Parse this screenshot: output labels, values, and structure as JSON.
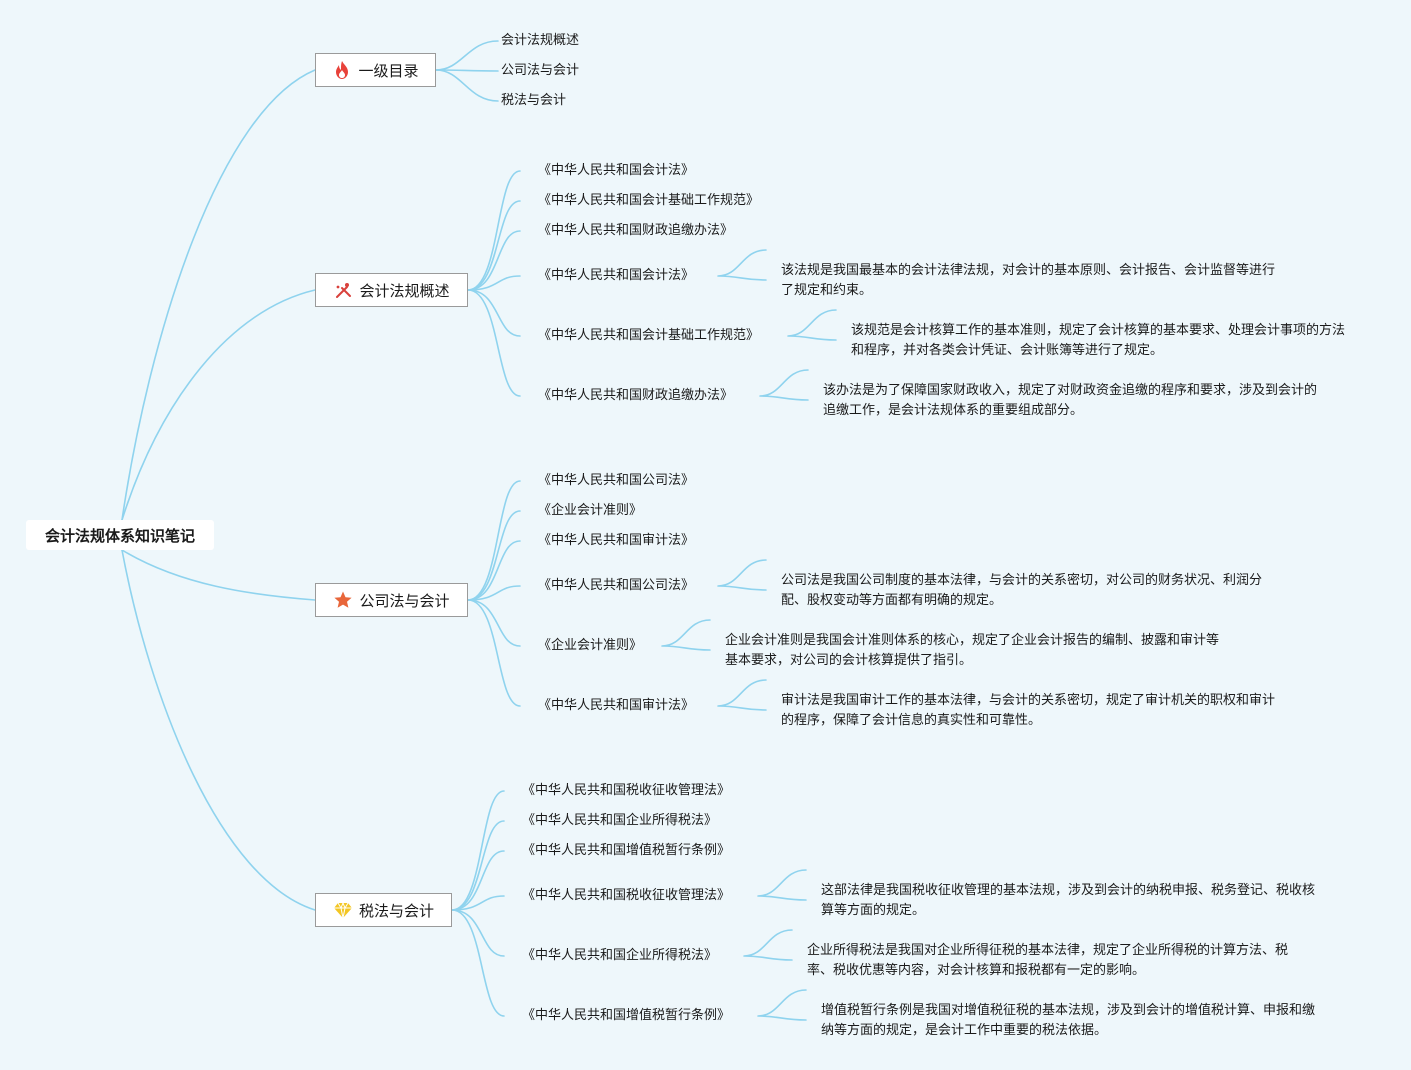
{
  "root": {
    "label": "会计法规体系知识笔记"
  },
  "branches": [
    {
      "label": "一级目录",
      "icon": "fire-icon",
      "leaves": [
        "会计法规概述",
        "公司法与会计",
        "税法与会计"
      ],
      "details": []
    },
    {
      "label": "会计法规概述",
      "icon": "tools-icon",
      "leaves": [
        "《中华人民共和国会计法》",
        "《中华人民共和国会计基础工作规范》",
        "《中华人民共和国财政追缴办法》"
      ],
      "details": [
        {
          "title": "《中华人民共和国会计法》",
          "note": "该法规是我国最基本的会计法律法规，对会计的基本原则、会计报告、会计监督等进行了规定和约束。"
        },
        {
          "title": "《中华人民共和国会计基础工作规范》",
          "note": "该规范是会计核算工作的基本准则，规定了会计核算的基本要求、处理会计事项的方法和程序，并对各类会计凭证、会计账簿等进行了规定。"
        },
        {
          "title": "《中华人民共和国财政追缴办法》",
          "note": "该办法是为了保障国家财政收入，规定了对财政资金追缴的程序和要求，涉及到会计的追缴工作，是会计法规体系的重要组成部分。"
        }
      ]
    },
    {
      "label": "公司法与会计",
      "icon": "star-icon",
      "leaves": [
        "《中华人民共和国公司法》",
        "《企业会计准则》",
        "《中华人民共和国审计法》"
      ],
      "details": [
        {
          "title": "《中华人民共和国公司法》",
          "note": "公司法是我国公司制度的基本法律，与会计的关系密切，对公司的财务状况、利润分配、股权变动等方面都有明确的规定。"
        },
        {
          "title": "《企业会计准则》",
          "note": "企业会计准则是我国会计准则体系的核心，规定了企业会计报告的编制、披露和审计等基本要求，对公司的会计核算提供了指引。"
        },
        {
          "title": "《中华人民共和国审计法》",
          "note": "审计法是我国审计工作的基本法律，与会计的关系密切，规定了审计机关的职权和审计的程序，保障了会计信息的真实性和可靠性。"
        }
      ]
    },
    {
      "label": "税法与会计",
      "icon": "diamond-icon",
      "leaves": [
        "《中华人民共和国税收征收管理法》",
        "《中华人民共和国企业所得税法》",
        "《中华人民共和国增值税暂行条例》"
      ],
      "details": [
        {
          "title": "《中华人民共和国税收征收管理法》",
          "note": "这部法律是我国税收征收管理的基本法规，涉及到会计的纳税申报、税务登记、税收核算等方面的规定。"
        },
        {
          "title": "《中华人民共和国企业所得税法》",
          "note": "企业所得税法是我国对企业所得征税的基本法律，规定了企业所得税的计算方法、税率、税收优惠等内容，对会计核算和报税都有一定的影响。"
        },
        {
          "title": "《中华人民共和国增值税暂行条例》",
          "note": "增值税暂行条例是我国对增值税征税的基本法规，涉及到会计的增值税计算、申报和缴纳等方面的规定，是会计工作中重要的税法依据。"
        }
      ]
    }
  ],
  "colors": {
    "link": "#8fd3ee",
    "background": "#eef7fb",
    "fire": "#e8423a",
    "tools": "#d9413c",
    "star": "#e8663a",
    "diamond": "#f3c623"
  }
}
